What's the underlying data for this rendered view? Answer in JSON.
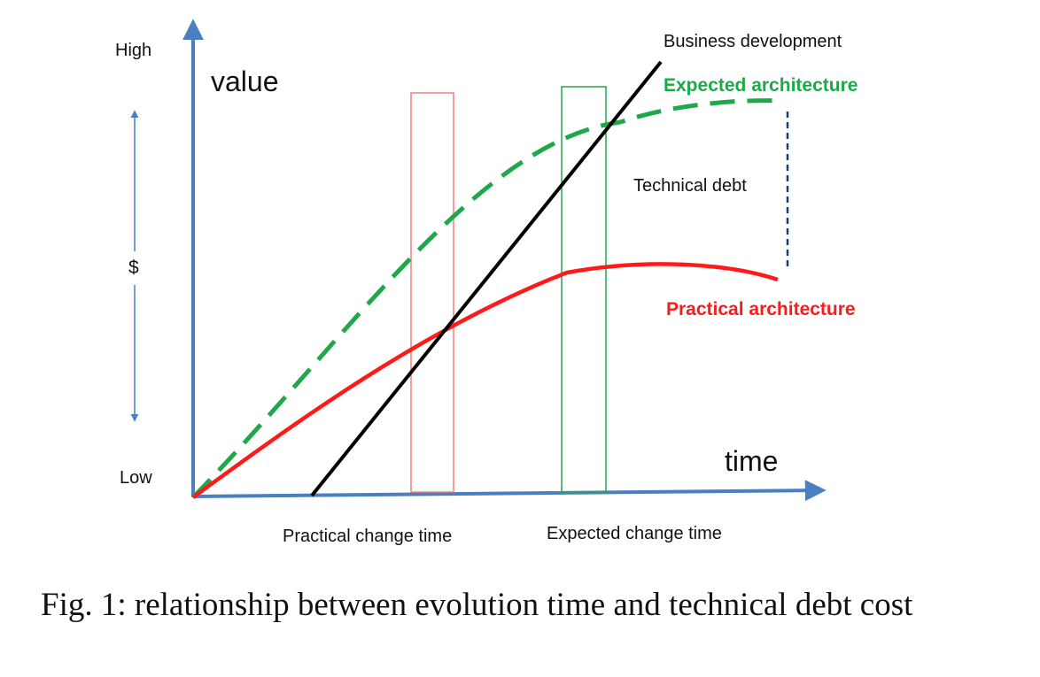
{
  "labels": {
    "high": "High",
    "low": "Low",
    "value": "value",
    "time": "time",
    "dollar": "$",
    "technical_debt": "Technical debt",
    "practical_change_time": "Practical change time",
    "expected_change_time": "Expected change time"
  },
  "series": {
    "business_development": {
      "name": "Business development",
      "color": "#000000"
    },
    "expected_architecture": {
      "name": "Expected architecture",
      "color": "#1fa84a"
    },
    "practical_architecture": {
      "name": "Practical architecture",
      "color": "#ff1a1a"
    }
  },
  "colors": {
    "axis": "#4a7fc1",
    "debt_marker": "#1f3a6e",
    "practical_window": "#f08080",
    "expected_window": "#1fa84a"
  },
  "caption": "Fig. 1: relationship between evolution time and technical debt cost"
}
